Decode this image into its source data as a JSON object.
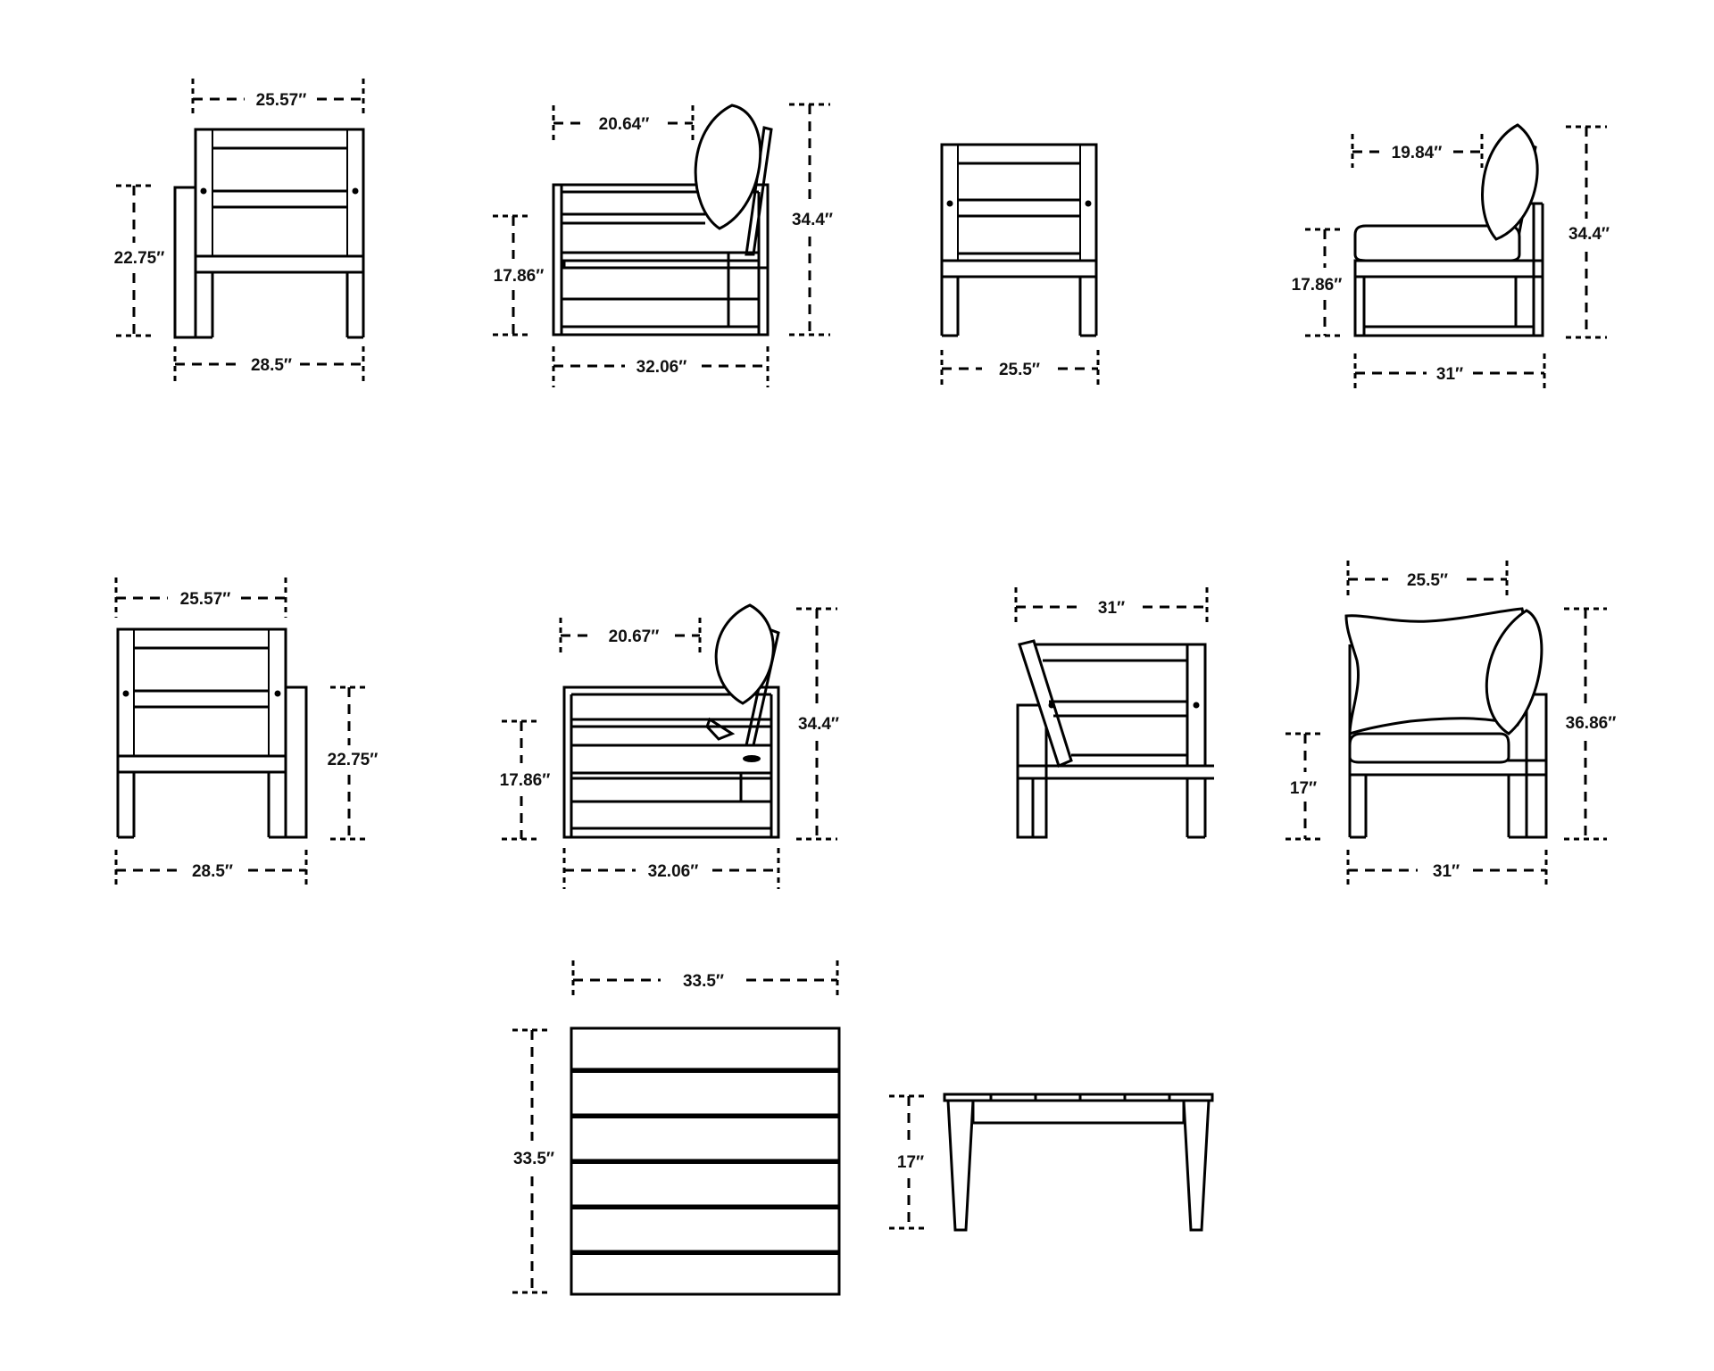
{
  "views": {
    "arm_right_front": {
      "width_top": "25.57″",
      "height": "22.75″",
      "width_bottom": "28.5″"
    },
    "arm_right_side": {
      "seat_depth": "20.64″",
      "seat_height": "17.86″",
      "total_height": "34.4″",
      "depth": "32.06″"
    },
    "armless_front": {
      "width": "25.5″"
    },
    "armless_side": {
      "seat_depth": "19.84″",
      "seat_height": "17.86″",
      "total_height": "34.4″",
      "depth": "31″"
    },
    "arm_left_front": {
      "width_top": "25.57″",
      "height": "22.75″",
      "width_bottom": "28.5″"
    },
    "arm_left_side": {
      "seat_depth": "20.67″",
      "seat_height": "17.86″",
      "total_height": "34.4″",
      "depth": "32.06″"
    },
    "corner_back": {
      "width": "31″"
    },
    "corner_front": {
      "width_top": "25.5″",
      "seat_height": "17″",
      "total_height": "36.86″",
      "width_bottom": "31″"
    },
    "table_top": {
      "width": "33.5″",
      "depth": "33.5″"
    },
    "table_side": {
      "height": "17″"
    }
  }
}
